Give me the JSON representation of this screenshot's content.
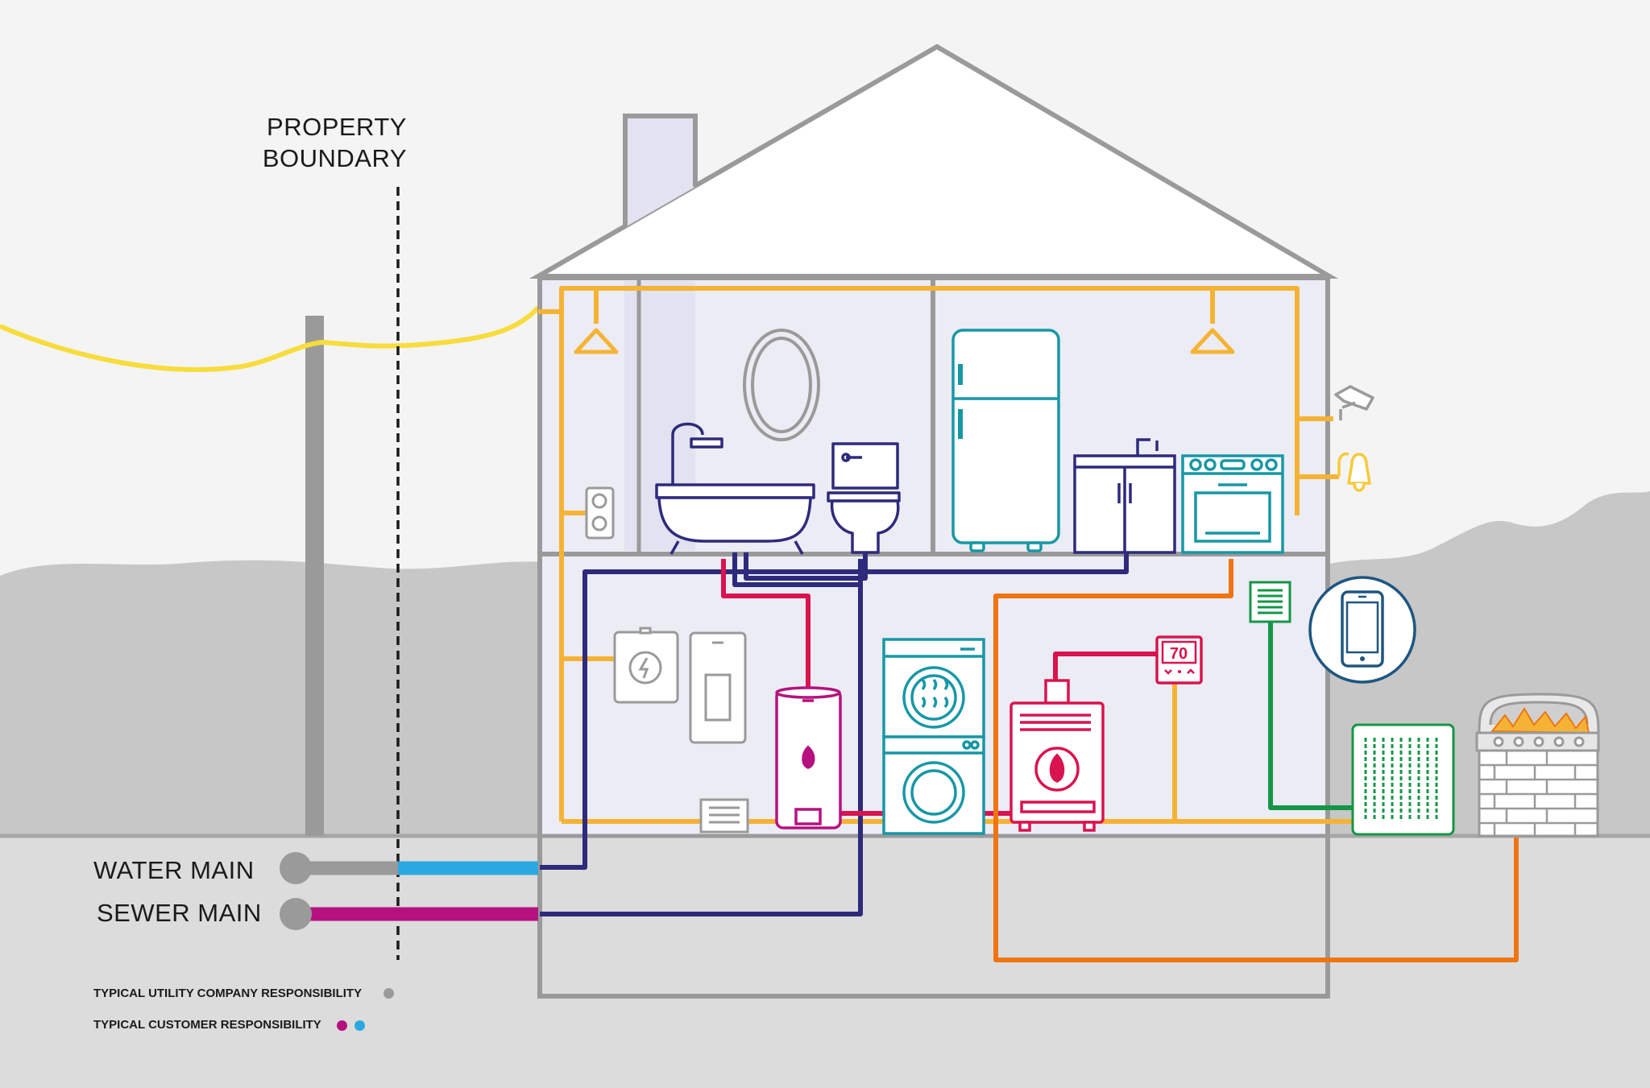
{
  "labels": {
    "property_boundary_line1": "PROPERTY",
    "property_boundary_line2": "BOUNDARY",
    "water_main": "WATER MAIN",
    "sewer_main": "SEWER MAIN",
    "thermostat_reading": "70"
  },
  "legend": [
    {
      "text": "TYPICAL UTILITY  COMPANY RESPONSIBILITY",
      "colors": [
        "#9a9a9a"
      ]
    },
    {
      "text": "TYPICAL CUSTOMER RESPONSIBILITY",
      "colors": [
        "#b5127f",
        "#2ba8e0"
      ]
    }
  ],
  "colors": {
    "electric_line": "#f5b335",
    "power_cable": "#f7dc3c",
    "water_supply": "#2ba8e0",
    "sewer": "#b5127f",
    "drain_lines": "#2e2a7c",
    "hot_water": "#d9134f",
    "gas_line": "#ef7511",
    "communication": "#159647",
    "appliance_teal": "#1797a6",
    "structure_gray": "#9a9a9a"
  },
  "icons": [
    "utility-pole-icon",
    "chimney-icon",
    "ceiling-light-icon",
    "wall-outlet-icon",
    "mirror-icon",
    "bathtub-icon",
    "toilet-icon",
    "refrigerator-icon",
    "sink-cabinet-icon",
    "oven-range-icon",
    "security-camera-icon",
    "doorbell-icon",
    "ev-charger-icon",
    "electrical-panel-icon",
    "water-heater-icon",
    "floor-vent-icon",
    "washer-dryer-icon",
    "furnace-icon",
    "thermostat-icon",
    "wall-vent-icon",
    "smartphone-icon",
    "hvac-unit-icon",
    "fire-pit-icon"
  ]
}
